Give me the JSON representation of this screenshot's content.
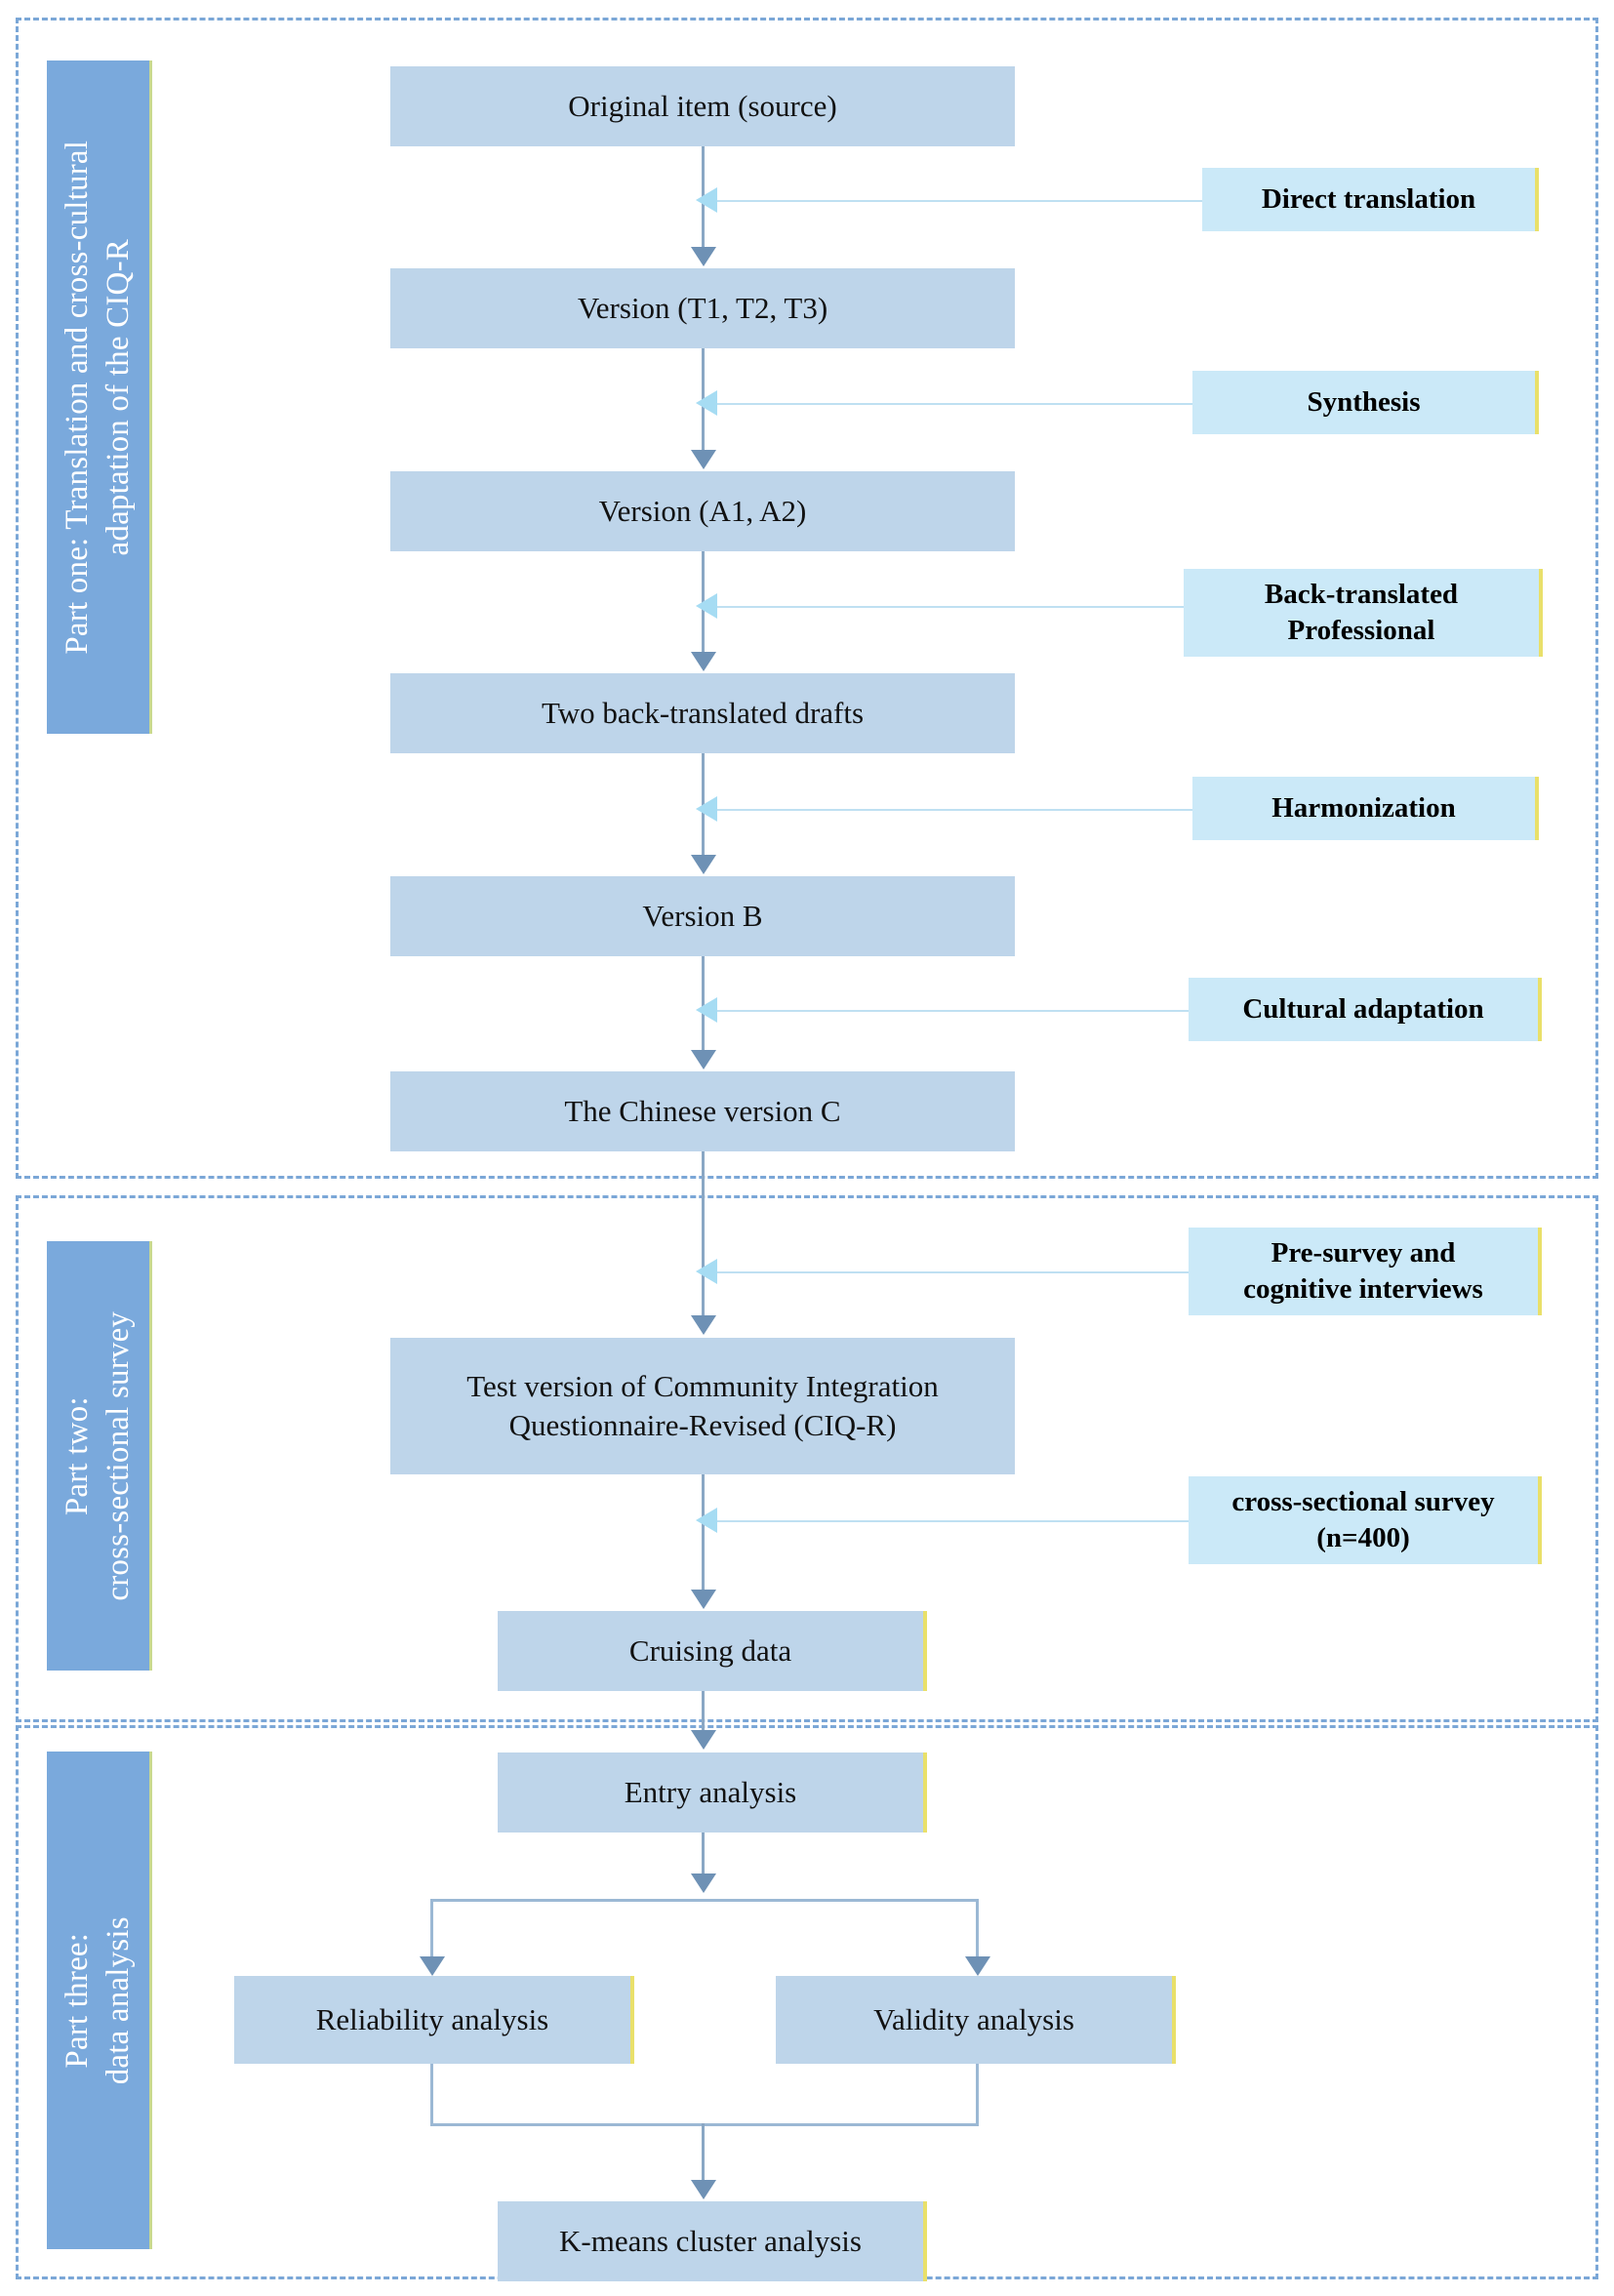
{
  "figure": {
    "type": "flowchart",
    "parts": [
      {
        "id": "part-one",
        "banner_lines": [
          "Part one: Translation and cross-cultural",
          "adaptation of the CIQ-R"
        ],
        "banner_text": "Part one: Translation and cross-cultural adaptation of the CIQ-R"
      },
      {
        "id": "part-two",
        "banner_lines": [
          "Part two:",
          "cross-sectional survey"
        ],
        "banner_text": "Part two: cross-sectional survey"
      },
      {
        "id": "part-three",
        "banner_lines": [
          "Part three:",
          "data analysis"
        ],
        "banner_text": "Part three: data analysis"
      }
    ]
  },
  "nodes": {
    "original_item": "Original item (source)",
    "version_t": "Version (T1, T2, T3)",
    "version_a": "Version (A1, A2)",
    "back_translated_drafts": "Two back-translated drafts",
    "version_b": "Version B",
    "chinese_version_c": "The Chinese version C",
    "test_version_line1": "Test version of Community Integration",
    "test_version_line2": "Questionnaire-Revised (CIQ-R)",
    "cruising_data": "Cruising data",
    "entry_analysis": "Entry analysis",
    "reliability_analysis": "Reliability analysis",
    "validity_analysis": "Validity analysis",
    "kmeans": "K-means cluster analysis"
  },
  "annotations": {
    "direct_translation": "Direct translation",
    "synthesis": "Synthesis",
    "back_translated_line1": "Back-translated",
    "back_translated_line2": "Professional",
    "harmonization": "Harmonization",
    "cultural_adaptation": "Cultural adaptation",
    "pre_survey_line1": "Pre-survey and",
    "pre_survey_line2": "cognitive interviews",
    "cross_sectional_line1": "cross-sectional survey",
    "cross_sectional_line2": "(n=400)"
  },
  "colors": {
    "flow_box_fill": "#bed5ea",
    "side_box_fill": "#cbe9f8",
    "banner_fill": "#7aa9dc",
    "frame_dash": "#7ba7d7",
    "connector_dark": "#8aa7c4",
    "connector_light": "#bfe0f2",
    "shadow_accent": "#e9e06a"
  }
}
